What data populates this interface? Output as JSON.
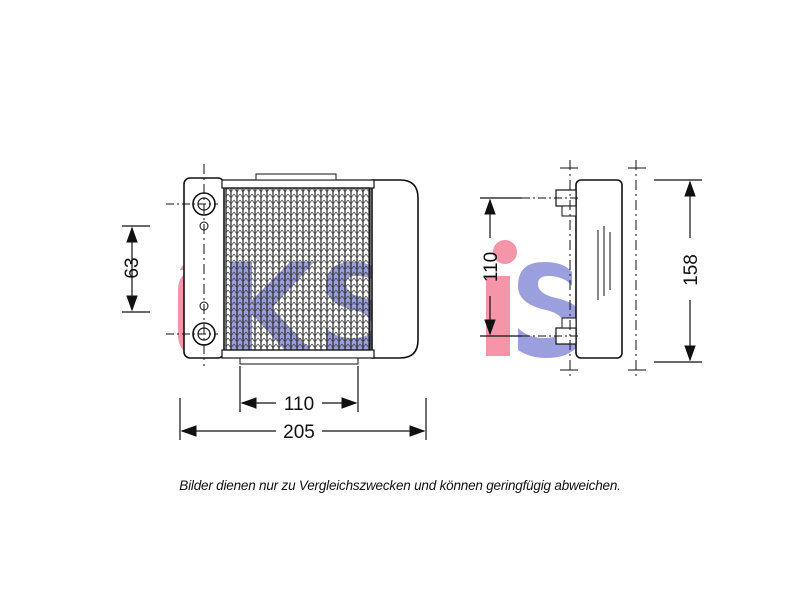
{
  "drawing": {
    "line_color": "#111111",
    "watermark_pink": "#ee5a7a",
    "watermark_blue": "#5a5fc8",
    "front_view": {
      "width_total": "205",
      "width_core": "110",
      "port_spacing": "63"
    },
    "side_view": {
      "port_spacing": "110",
      "height_total": "158"
    }
  },
  "watermark": {
    "text": "aksis"
  },
  "caption": "Bilder dienen nur zu Vergleichszwecken und können geringfügig abweichen."
}
